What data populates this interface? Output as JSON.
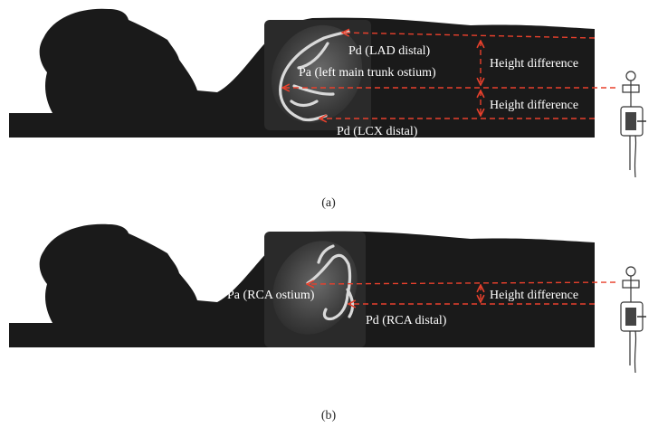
{
  "panels": [
    {
      "caption": "(a)",
      "labels": {
        "pd_top": "Pd (LAD distal)",
        "pa": "Pa (left main trunk ostium)",
        "pd_bottom": "Pd (LCX distal)",
        "height_diff_1": "Height difference",
        "height_diff_2": "Height difference"
      }
    },
    {
      "caption": "(b)",
      "labels": {
        "pa": "Pa (RCA ostium)",
        "pd": "Pd (RCA distal)",
        "height_diff": "Height difference"
      }
    }
  ],
  "colors": {
    "silhouette": "#1a1a1a",
    "angiogram_bg": "#2a2a2a",
    "arrow": "#e8402c",
    "label_text": "#ffffff"
  }
}
